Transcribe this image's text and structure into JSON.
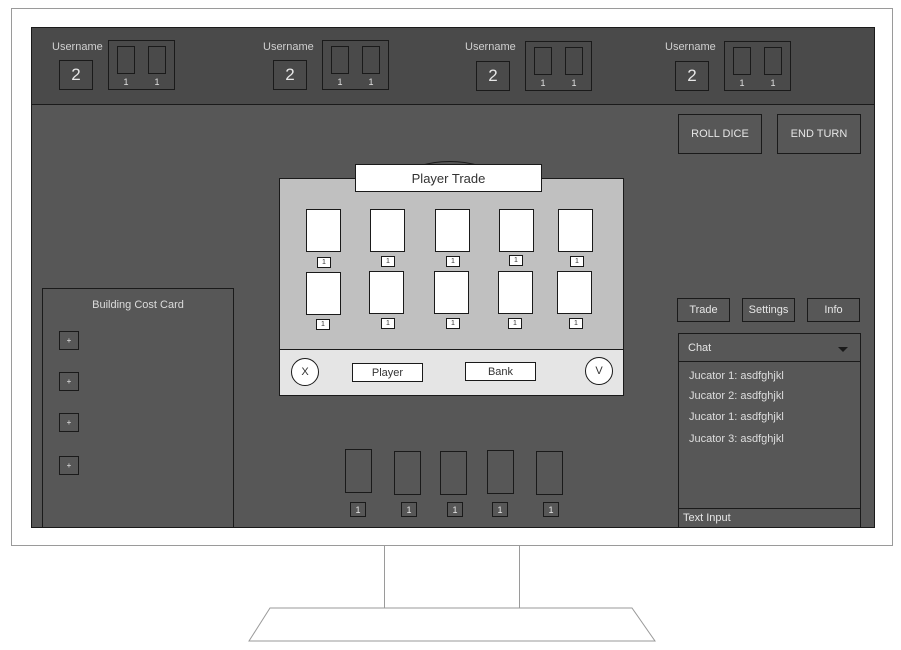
{
  "players": [
    {
      "username": "Username",
      "count": "2",
      "cards": [
        "1",
        "1"
      ]
    },
    {
      "username": "Username",
      "count": "2",
      "cards": [
        "1",
        "1"
      ]
    },
    {
      "username": "Username",
      "count": "2",
      "cards": [
        "1",
        "1"
      ]
    },
    {
      "username": "Username",
      "count": "2",
      "cards": [
        "1",
        "1"
      ]
    }
  ],
  "actions": {
    "roll_dice": "ROLL DICE",
    "end_turn": "END TURN"
  },
  "building_card": {
    "title": "Building Cost Card",
    "items": [
      "+",
      "+",
      "+",
      "+"
    ]
  },
  "hand": [
    "1",
    "1",
    "1",
    "1",
    "1"
  ],
  "menu": {
    "trade": "Trade",
    "settings": "Settings",
    "info": "Info"
  },
  "chat": {
    "title": "Chat",
    "messages": [
      "Jucator 1: asdfghjkl",
      "Jucator 2: asdfghjkl",
      "Jucator 1: asdfghjkl",
      "Jucator 3: asdfghjkl"
    ],
    "input_placeholder": "Text Input"
  },
  "trade": {
    "title": "Player Trade",
    "row1": [
      "1",
      "1",
      "1",
      "1",
      "1"
    ],
    "row2": [
      "1",
      "1",
      "1",
      "1",
      "1"
    ],
    "cancel": "X",
    "confirm": "V",
    "player_tab": "Player",
    "bank_tab": "Bank"
  }
}
